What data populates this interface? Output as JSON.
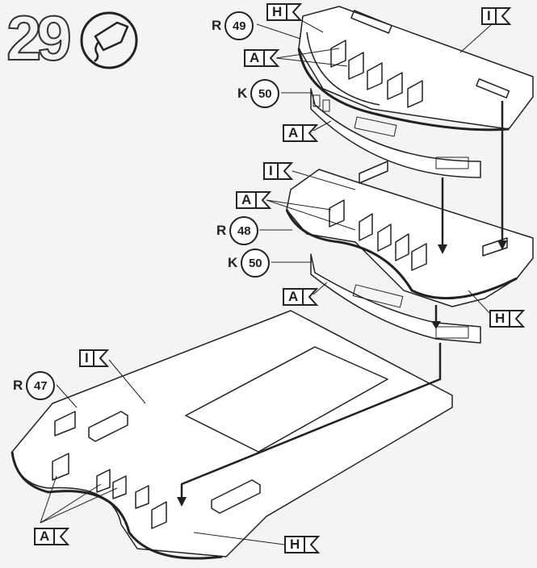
{
  "step_number": "29",
  "glue_icon": "glue-tube-icon",
  "parts": [
    {
      "prefix": "R",
      "number": "49"
    },
    {
      "prefix": "K",
      "number": "50"
    },
    {
      "prefix": "R",
      "number": "48"
    },
    {
      "prefix": "K",
      "number": "50"
    },
    {
      "prefix": "R",
      "number": "47"
    }
  ],
  "flags": [
    "H",
    "I",
    "A",
    "A",
    "I",
    "A",
    "A",
    "H",
    "I",
    "A",
    "H"
  ],
  "colors": {
    "ink": "#222222",
    "paper": "#f4f4f2"
  }
}
